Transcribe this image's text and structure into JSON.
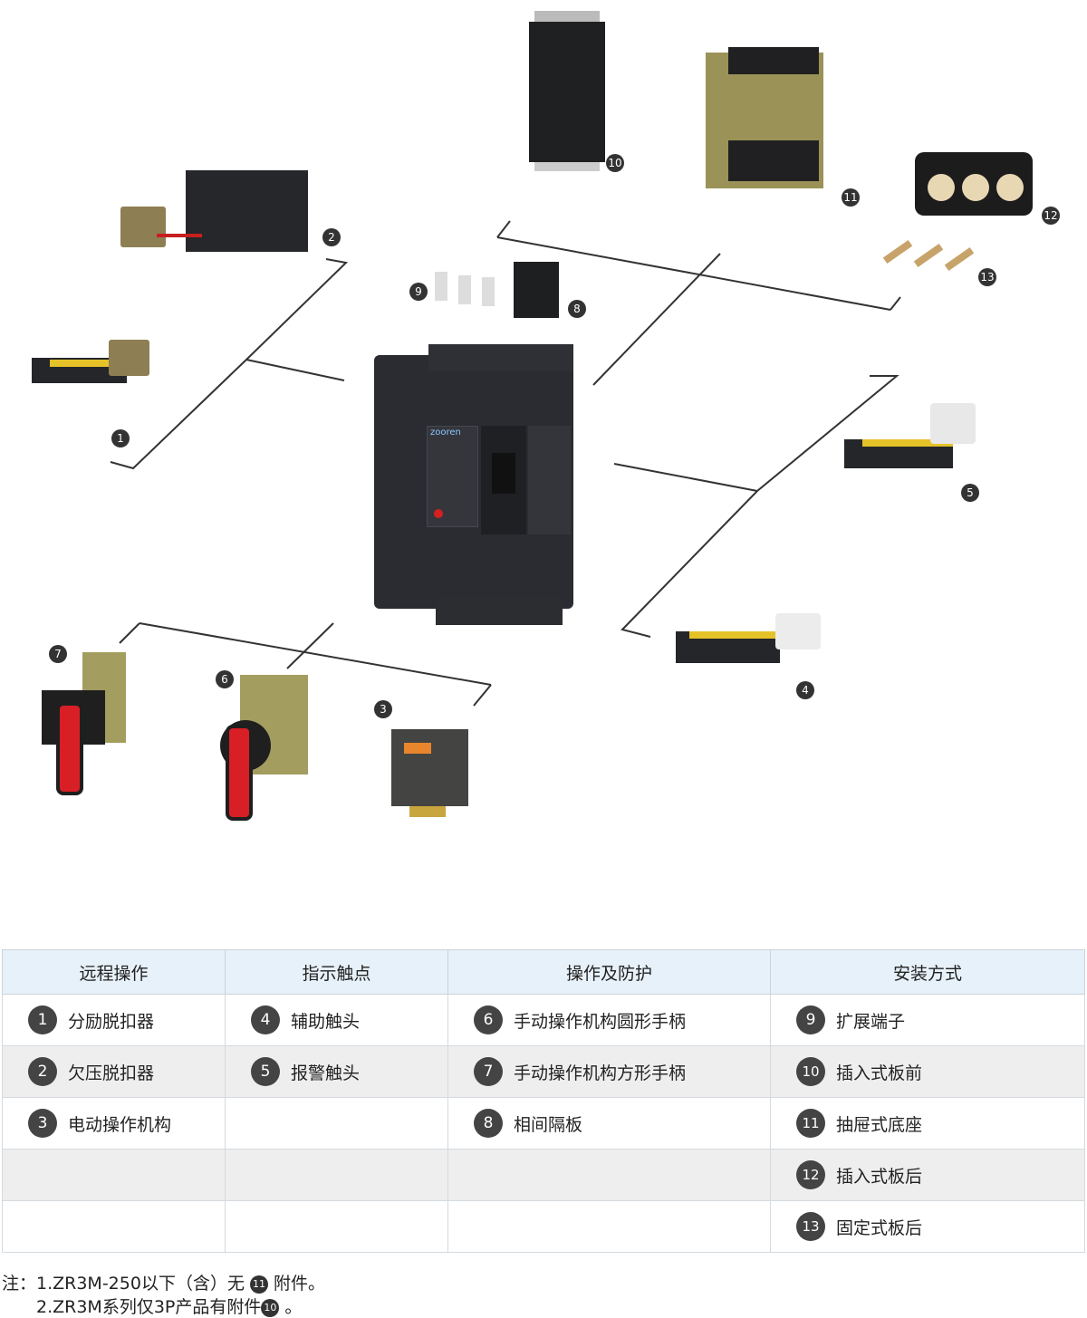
{
  "brand": "zooren",
  "callouts": [
    "1",
    "2",
    "3",
    "4",
    "5",
    "6",
    "7",
    "8",
    "9",
    "10",
    "11",
    "12",
    "13"
  ],
  "table": {
    "headers": [
      "远程操作",
      "指示触点",
      "操作及防护",
      "安装方式"
    ],
    "rows": [
      [
        {
          "n": "1",
          "t": "分励脱扣器"
        },
        {
          "n": "4",
          "t": "辅助触头"
        },
        {
          "n": "6",
          "t": "手动操作机构圆形手柄"
        },
        {
          "n": "9",
          "t": "扩展端子"
        }
      ],
      [
        {
          "n": "2",
          "t": "欠压脱扣器"
        },
        {
          "n": "5",
          "t": "报警触头"
        },
        {
          "n": "7",
          "t": "手动操作机构方形手柄"
        },
        {
          "n": "10",
          "t": "插入式板前"
        }
      ],
      [
        {
          "n": "3",
          "t": "电动操作机构"
        },
        {
          "n": "",
          "t": ""
        },
        {
          "n": "8",
          "t": "相间隔板"
        },
        {
          "n": "11",
          "t": "抽屉式底座"
        }
      ],
      [
        {
          "n": "",
          "t": ""
        },
        {
          "n": "",
          "t": ""
        },
        {
          "n": "",
          "t": ""
        },
        {
          "n": "12",
          "t": "插入式板后"
        }
      ],
      [
        {
          "n": "",
          "t": ""
        },
        {
          "n": "",
          "t": ""
        },
        {
          "n": "",
          "t": ""
        },
        {
          "n": "13",
          "t": "固定式板后"
        }
      ]
    ]
  },
  "notes": {
    "line1_prefix": "注：1.ZR3M-250以下（含）无",
    "line1_badge": "11",
    "line1_suffix": "附件。",
    "line2_prefix": "2.ZR3M系列仅3P产品有附件",
    "line2_badge": "10",
    "line2_suffix": "。"
  }
}
